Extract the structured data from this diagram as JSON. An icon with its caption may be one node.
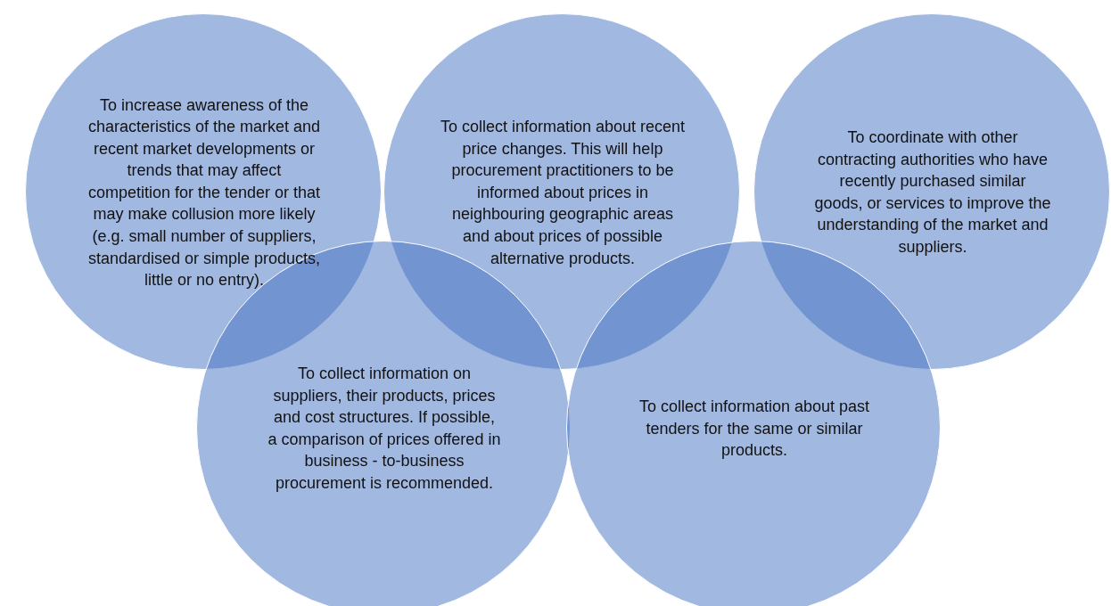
{
  "diagram": {
    "nodes": [
      {
        "text": [
          "To increase awareness of the characteristics of the market and recent market developments or trends that may affect competition for the tender or that may make collusion more likely (e.g. small number of suppliers, standardised or simple products, little or no entry)."
        ]
      },
      {
        "text": [
          "To collect information about recent price changes. This will help procurement practitioners to be informed about prices in neighbouring geographic areas and about prices of possible alternative products."
        ]
      },
      {
        "text": [
          "To coordinate with other contracting authorities who have recently purchased similar goods, or services to improve the understanding of the market and suppliers."
        ]
      },
      {
        "text": [
          "To collect information on suppliers, their products, prices and cost structures. If possible, a comparison of prices offered in business - to-business procurement is recommended."
        ]
      },
      {
        "text": [
          "To collect information about past tenders for the same or similar products."
        ]
      }
    ]
  }
}
